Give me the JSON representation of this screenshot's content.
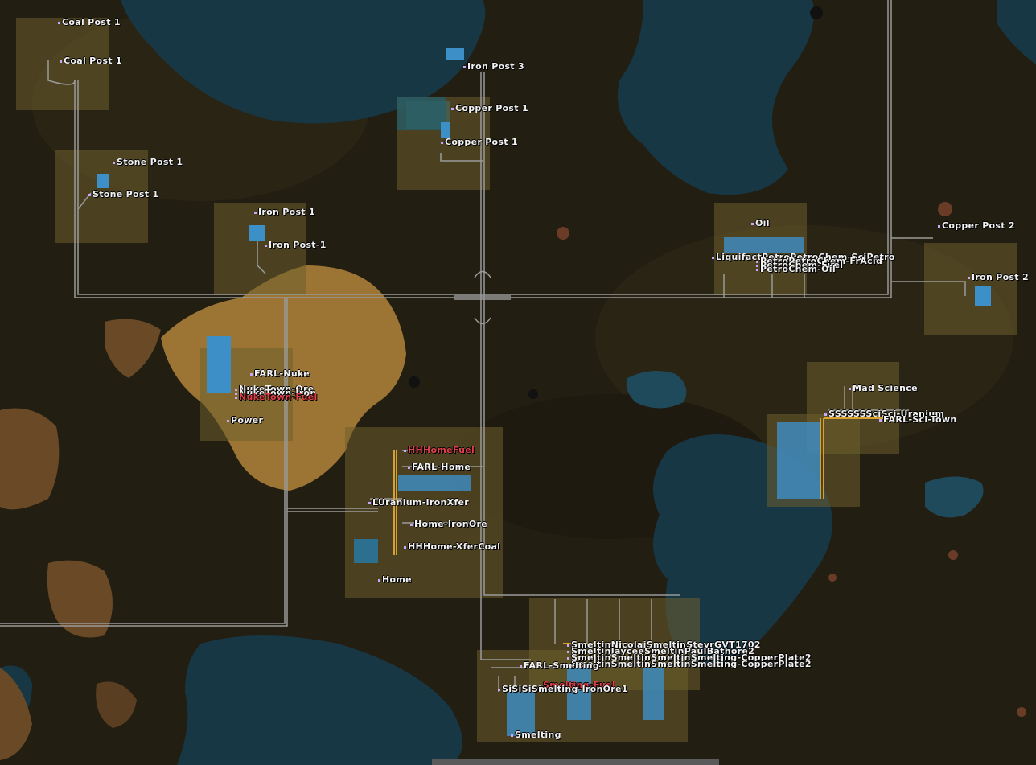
{
  "map": {
    "colors": {
      "ground": "#231e12",
      "water_deep": "#173443",
      "water_shallow": "#1f4a5c",
      "sand": "#a47a3a",
      "claimed_area": "#7a6a30",
      "rail": "#9a9a9a",
      "belt": "#d6a12e",
      "machine": "#3d8fc8"
    },
    "labels": [
      {
        "id": "coal-post-1-a",
        "text": "Coal Post 1",
        "color": "white"
      },
      {
        "id": "coal-post-1-b",
        "text": "Coal Post 1",
        "color": "white"
      },
      {
        "id": "iron-post-3",
        "text": "Iron Post 3",
        "color": "white"
      },
      {
        "id": "copper-post-1-a",
        "text": "Copper Post 1",
        "color": "white"
      },
      {
        "id": "copper-post-1-b",
        "text": "Copper Post 1",
        "color": "white"
      },
      {
        "id": "stone-post-1-a",
        "text": "Stone Post 1",
        "color": "white"
      },
      {
        "id": "stone-post-1-b",
        "text": "Stone Post 1",
        "color": "white"
      },
      {
        "id": "iron-post-1-a",
        "text": "Iron Post 1",
        "color": "white"
      },
      {
        "id": "iron-post-1-b",
        "text": "Iron Post-1",
        "color": "white"
      },
      {
        "id": "oil",
        "text": "Oil",
        "color": "white"
      },
      {
        "id": "liquifact",
        "text": "LiquifactPetroPetroChem-SciPetro",
        "color": "white"
      },
      {
        "id": "petro-chem-1",
        "text": "PetroPetroChem-FrAcid",
        "color": "white"
      },
      {
        "id": "petro-chem-2",
        "text": "PetroChem-Fuel",
        "color": "white"
      },
      {
        "id": "petro-chem-3",
        "text": "PetroChem-Oil",
        "color": "white"
      },
      {
        "id": "copper-post-2",
        "text": "Copper Post 2",
        "color": "white"
      },
      {
        "id": "iron-post-2",
        "text": "Iron Post 2",
        "color": "white"
      },
      {
        "id": "farl-nuke",
        "text": "FARL-Nuke",
        "color": "white"
      },
      {
        "id": "nuketown-ore",
        "text": "NukeTown-Ore",
        "color": "white"
      },
      {
        "id": "nuketown-iron",
        "text": "NukeTown-Iron",
        "color": "white"
      },
      {
        "id": "nuketown-fuel",
        "text": "NukeTown-Fuel",
        "color": "red"
      },
      {
        "id": "power",
        "text": "Power",
        "color": "white"
      },
      {
        "id": "mad-science",
        "text": "Mad Science",
        "color": "white"
      },
      {
        "id": "sci-stations",
        "text": "SSSSSSSciSci-Uranium",
        "color": "white"
      },
      {
        "id": "farl-sci-town",
        "text": "FARL-Sci-Town",
        "color": "white"
      },
      {
        "id": "home-fuel",
        "text": "HHHomeFuel",
        "color": "red"
      },
      {
        "id": "farl-home",
        "text": "FARL-Home",
        "color": "white"
      },
      {
        "id": "uranium-ironxfer",
        "text": "LUranium-IronXfer",
        "color": "white"
      },
      {
        "id": "home-ironore",
        "text": "Home-IronOre",
        "color": "white"
      },
      {
        "id": "home-xfercoal",
        "text": "HHHome-XferCoal",
        "color": "white"
      },
      {
        "id": "home",
        "text": "Home",
        "color": "white"
      },
      {
        "id": "smelting-nicolai",
        "text": "SmeltinNicolaiSmeltinStevrGVT1702",
        "color": "white"
      },
      {
        "id": "smelting-jaycee",
        "text": "SmeltinJayceeSmeltinPaulBathore2",
        "color": "white"
      },
      {
        "id": "smelting-cp2-a",
        "text": "SmeltinSmeltinSmeltinSmelting-CopperPlate2",
        "color": "white"
      },
      {
        "id": "smelting-cp2-b",
        "text": "SmeltinSmeltinSmeltinSmelting-CopperPlate2",
        "color": "white"
      },
      {
        "id": "farl-smelting",
        "text": "FARL-Smelting",
        "color": "white"
      },
      {
        "id": "smelting-fuel",
        "text": "Smelting-Fuel",
        "color": "red"
      },
      {
        "id": "smelting-ironore1",
        "text": "SiSiSiSmelting-IronOre1",
        "color": "white"
      },
      {
        "id": "smelting",
        "text": "Smelting",
        "color": "white"
      }
    ]
  }
}
